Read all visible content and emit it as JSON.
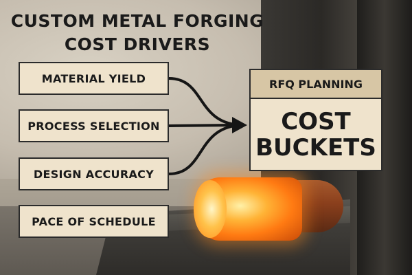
{
  "title": {
    "line1": "CUSTOM METAL FORGING",
    "line2": "COST DRIVERS"
  },
  "drivers": [
    {
      "label": "MATERIAL YIELD"
    },
    {
      "label": "PROCESS SELECTION"
    },
    {
      "label": "DESIGN ACCURACY"
    },
    {
      "label": "PACE OF SCHEDULE"
    }
  ],
  "target": {
    "header": "RFQ PLANNING",
    "line1": "COST",
    "line2": "BUCKETS"
  },
  "colors": {
    "box_fill": "#efe3cc",
    "header_fill": "#d7c6a5",
    "ink": "#1a1a1a",
    "glow": "#ff7a12"
  }
}
